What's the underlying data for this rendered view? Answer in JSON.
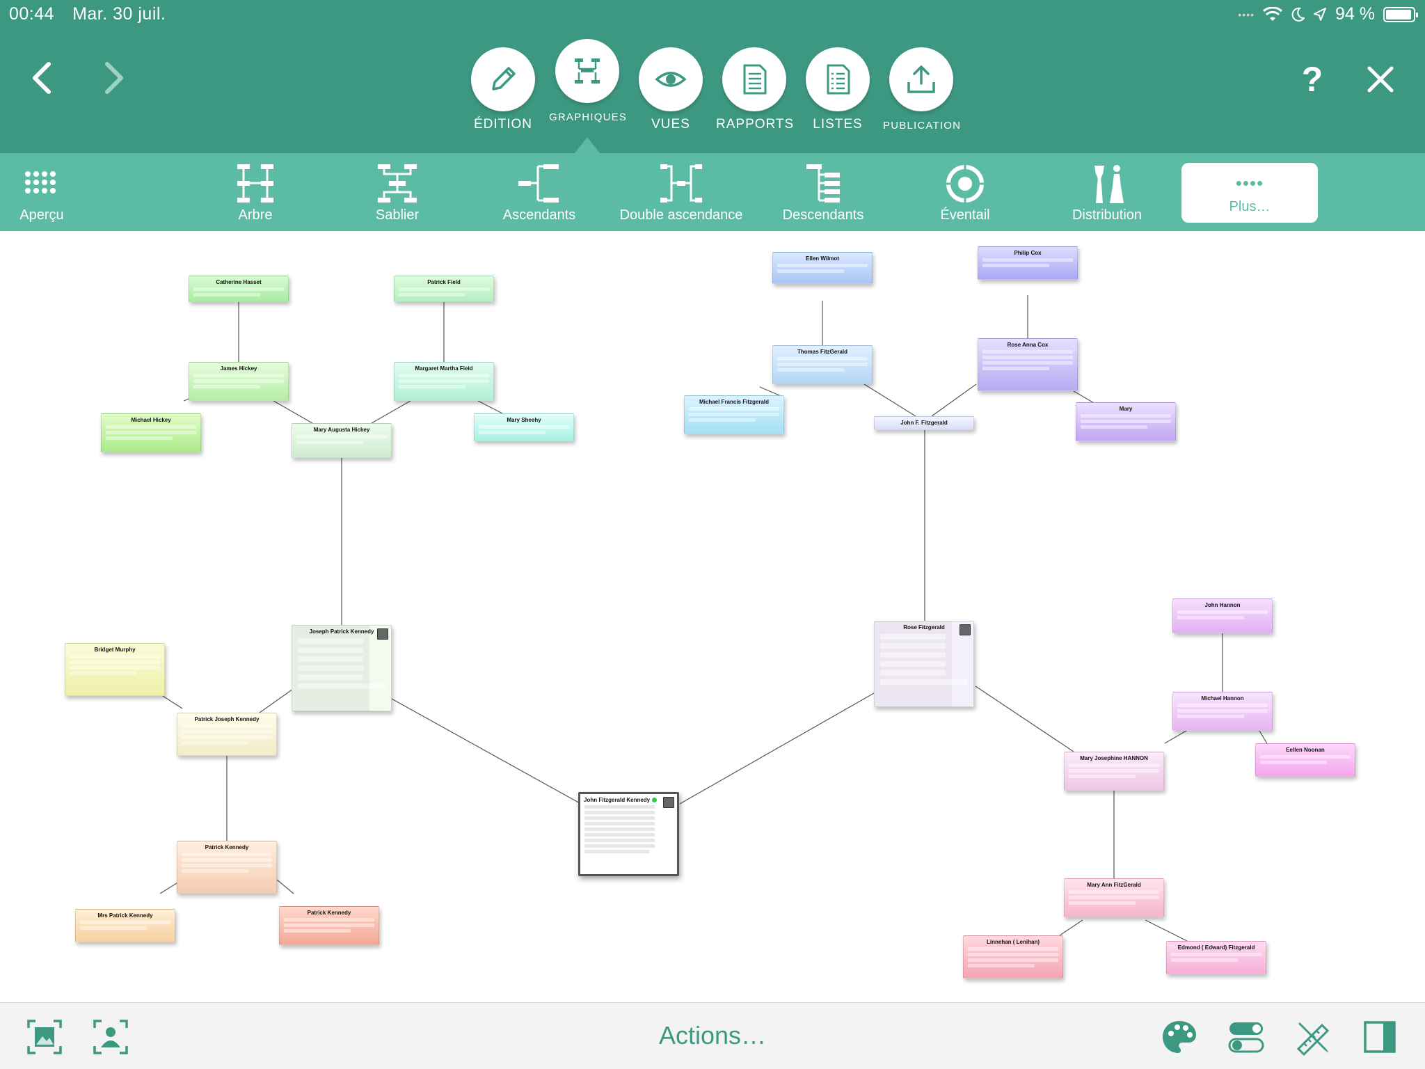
{
  "status": {
    "time": "00:44",
    "date": "Mar. 30 juil.",
    "battery": "94 %"
  },
  "modes": [
    {
      "label": "ÉDITION",
      "icon": "pencil-icon"
    },
    {
      "label": "GRAPHIQUES",
      "icon": "chart-tree-icon"
    },
    {
      "label": "VUES",
      "icon": "eye-icon"
    },
    {
      "label": "RAPPORTS",
      "icon": "document-icon"
    },
    {
      "label": "LISTES",
      "icon": "list-document-icon"
    },
    {
      "label": "PUBLICATION",
      "icon": "upload-icon"
    }
  ],
  "top_right": {
    "help": "?",
    "close_icon": "close-icon"
  },
  "subtoolbar": [
    {
      "label": "Aperçu",
      "icon": "grid-dots-icon"
    },
    {
      "label": "Arbre",
      "icon": "tree-chart-icon"
    },
    {
      "label": "Sablier",
      "icon": "hourglass-chart-icon"
    },
    {
      "label": "Ascendants",
      "icon": "ancestors-chart-icon"
    },
    {
      "label": "Double ascendance",
      "icon": "double-ancestry-icon"
    },
    {
      "label": "Descendants",
      "icon": "descendants-chart-icon"
    },
    {
      "label": "Éventail",
      "icon": "fan-chart-icon"
    },
    {
      "label": "Distribution",
      "icon": "distribution-icon"
    }
  ],
  "plus": {
    "dots": "••••",
    "label": "Plus…"
  },
  "colors": {
    "primary": "#3d9882",
    "secondary": "#5cbba5"
  },
  "nodes": {
    "catherine_hasset": "Catherine Hasset",
    "patrick_field": "Patrick Field",
    "james_hickey": "James Hickey",
    "margaret_field": "Margaret Martha Field",
    "michael_hickey": "Michael Hickey",
    "mary_augusta": "Mary Augusta Hickey",
    "mary_sheehy": "Mary Sheehy",
    "ellen_wilmot": "Ellen Wilmot",
    "philip_cox": "Philip Cox",
    "thomas_fitzgerald": "Thomas FitzGerald",
    "rose_anna_cox": "Rose Anna Cox",
    "michael_francis": "Michael Francis Fitzgerald",
    "john_f": "John F. Fitzgerald",
    "mary": "Mary",
    "bridget_murphy": "Bridget Murphy",
    "joseph_patrick": "Joseph Patrick Kennedy",
    "patrick_joseph": "Patrick Joseph Kennedy",
    "rose_fitzgerald": "Rose Fitzgerald",
    "john_hannon": "John Hannon",
    "michael_hannon": "Michael Hannon",
    "mary_josephine": "Mary Josephine HANNON",
    "eellen_noonan": "Eellen Noonan",
    "jfk": "John Fitzgerald Kennedy",
    "patrick_kennedy": "Patrick Kennedy",
    "mrs_patrick": "Mrs Patrick Kennedy",
    "patrick_kennedy2": "Patrick Kennedy",
    "mary_ann": "Mary Ann FitzGerald",
    "linnehan": "Linnehan ( Lenihan)",
    "edmond": "Edmond ( Edward) Fitzgerald"
  },
  "bottom": {
    "actions": "Actions…"
  }
}
